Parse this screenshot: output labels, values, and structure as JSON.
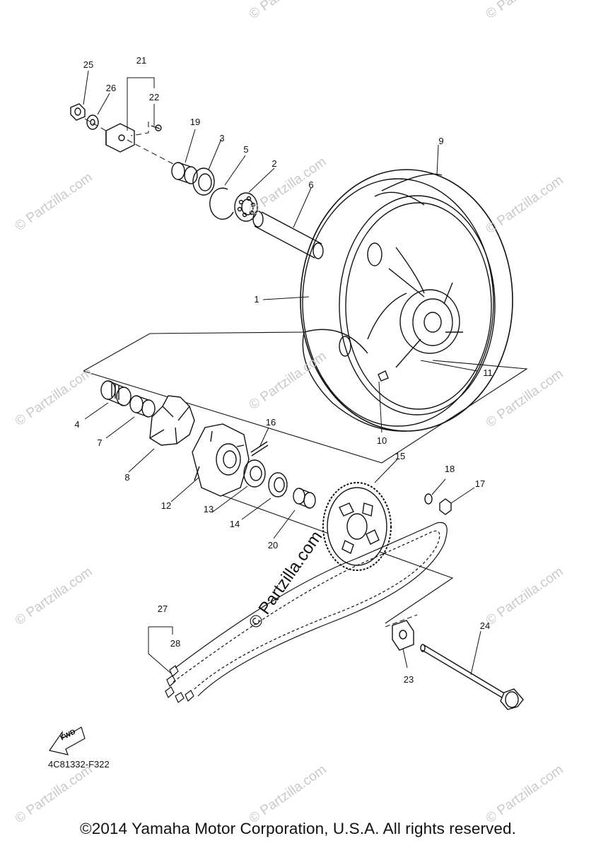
{
  "diagram": {
    "labels": [
      {
        "id": "1",
        "text": "1"
      },
      {
        "id": "2",
        "text": "2"
      },
      {
        "id": "3",
        "text": "3"
      },
      {
        "id": "4",
        "text": "4"
      },
      {
        "id": "5",
        "text": "5"
      },
      {
        "id": "6",
        "text": "6"
      },
      {
        "id": "7",
        "text": "7"
      },
      {
        "id": "8",
        "text": "8"
      },
      {
        "id": "9",
        "text": "9"
      },
      {
        "id": "10",
        "text": "10"
      },
      {
        "id": "11",
        "text": "11"
      },
      {
        "id": "12",
        "text": "12"
      },
      {
        "id": "13",
        "text": "13"
      },
      {
        "id": "14",
        "text": "14"
      },
      {
        "id": "15",
        "text": "15"
      },
      {
        "id": "16",
        "text": "16"
      },
      {
        "id": "17",
        "text": "17"
      },
      {
        "id": "18",
        "text": "18"
      },
      {
        "id": "19",
        "text": "19"
      },
      {
        "id": "20",
        "text": "20"
      },
      {
        "id": "21",
        "text": "21"
      },
      {
        "id": "22",
        "text": "22"
      },
      {
        "id": "23",
        "text": "23"
      },
      {
        "id": "24",
        "text": "24"
      },
      {
        "id": "25",
        "text": "25"
      },
      {
        "id": "26",
        "text": "26"
      },
      {
        "id": "27",
        "text": "27"
      },
      {
        "id": "28",
        "text": "28"
      }
    ],
    "fwd_label": "FWD",
    "reference_code": "4C81332-F322",
    "center_watermark": "© Partzilla.com",
    "watermark_text": "© Partzilla.com"
  },
  "footer": {
    "copyright": "©2014 Yamaha Motor Corporation, U.S.A. All rights reserved."
  }
}
